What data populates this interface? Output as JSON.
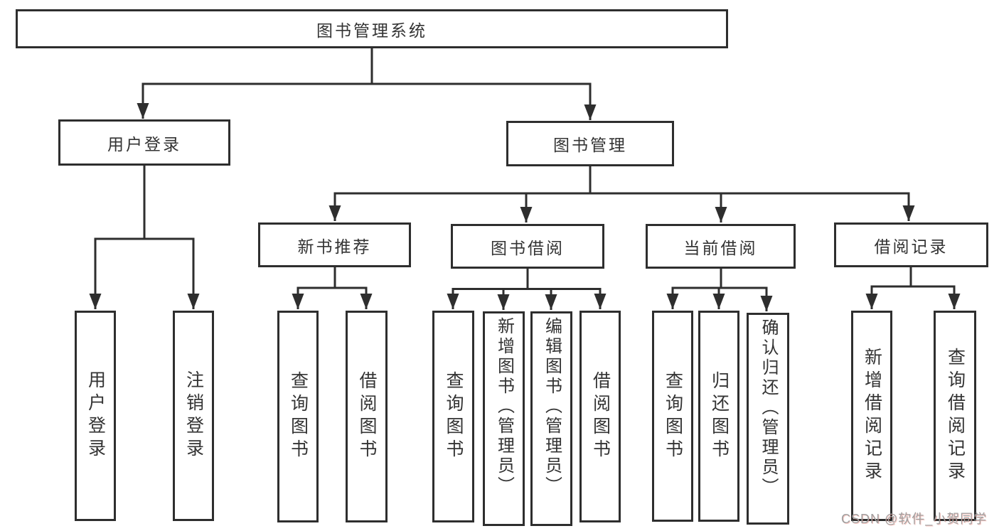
{
  "tree": {
    "label": "图书管理系统",
    "children": [
      {
        "label": "用户登录",
        "children": [
          {
            "label": "用户登录"
          },
          {
            "label": "注销登录"
          }
        ]
      },
      {
        "label": "图书管理",
        "children": [
          {
            "label": "新书推荐",
            "children": [
              {
                "label": "查询图书"
              },
              {
                "label": "借阅图书"
              }
            ]
          },
          {
            "label": "图书借阅",
            "children": [
              {
                "label": "查询图书"
              },
              {
                "label": "新增图书（管理员）"
              },
              {
                "label": "编辑图书（管理员）"
              },
              {
                "label": "借阅图书"
              }
            ]
          },
          {
            "label": "当前借阅",
            "children": [
              {
                "label": "查询图书"
              },
              {
                "label": "归还图书"
              },
              {
                "label": "确认归还（管理员）"
              }
            ]
          },
          {
            "label": "借阅记录",
            "children": [
              {
                "label": "新增借阅记录"
              },
              {
                "label": "查询借阅记录"
              }
            ]
          }
        ]
      }
    ]
  },
  "watermark": {
    "text": "CSDN @软件_小贺同学"
  },
  "colors": {
    "line": "#2e2e2e",
    "box_border": "#2e2e2e",
    "text": "#333333",
    "watermark": "#9f9f9f",
    "background": "#ffffff"
  }
}
